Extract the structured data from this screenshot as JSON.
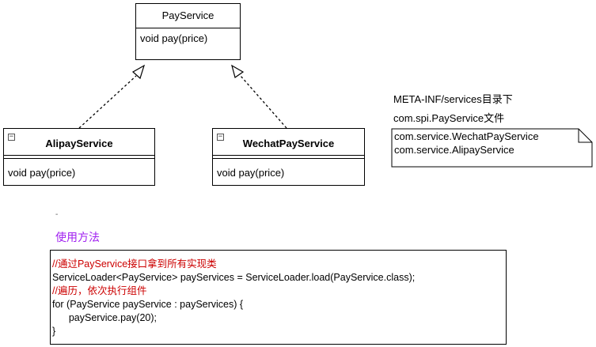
{
  "interface": {
    "name": "PayService",
    "method": "void pay(price)"
  },
  "classes": [
    {
      "name": "AlipayService",
      "method": "void pay(price)"
    },
    {
      "name": "WechatPayService",
      "method": "void pay(price)"
    }
  ],
  "spi": {
    "dir_label": "META-INF/services目录下",
    "file_label": "com.spi.PayService文件",
    "note_lines": [
      "com.service.WechatPayService",
      "com.service.AlipayService"
    ]
  },
  "usage": {
    "dash": "-",
    "heading": "使用方法",
    "code": {
      "line1_comment": "//通过PayService接口拿到所有实现类",
      "line2": "ServiceLoader<PayService> payServices = ServiceLoader.load(PayService.class);",
      "line3_comment": "//遍历，依次执行组件",
      "line4": "for (PayService payService : payServices) {",
      "line5": "      payService.pay(20);",
      "line6": "}"
    }
  },
  "colors": {
    "comment": "#cc0000",
    "heading": "#a020f0",
    "border": "#000000"
  }
}
